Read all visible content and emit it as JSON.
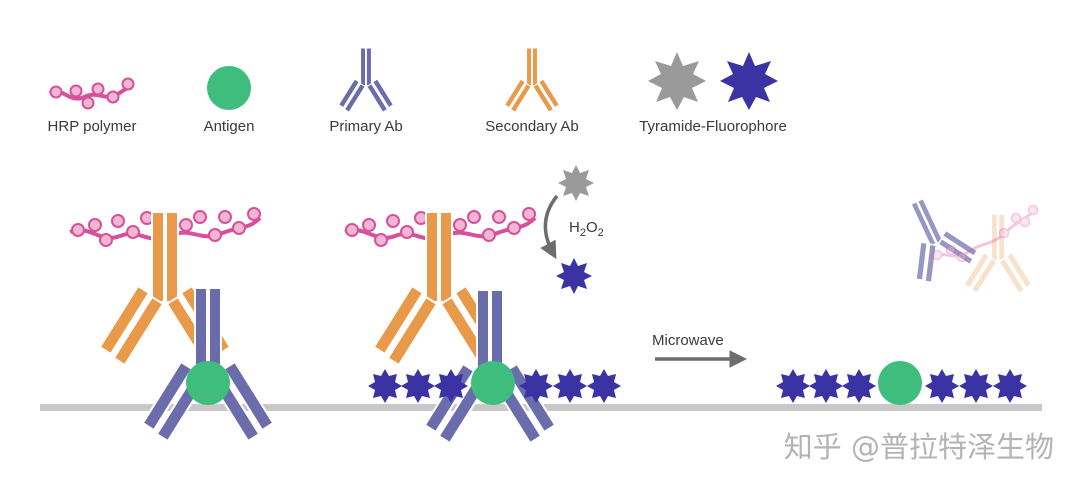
{
  "legend": [
    {
      "label": "HRP polymer",
      "icon": "hrp-polymer-icon"
    },
    {
      "label": "Antigen",
      "icon": "antigen-icon"
    },
    {
      "label": "Primary Ab",
      "icon": "primary-antibody-icon"
    },
    {
      "label": "Secondary Ab",
      "icon": "secondary-antibody-icon"
    },
    {
      "label": "Tyramide-Fluorophore",
      "icon": "tyramide-fluorophore-icon"
    }
  ],
  "reaction": {
    "reagent_main": "H",
    "reagent_sub1": "2",
    "reagent_mid": "O",
    "reagent_sub2": "2"
  },
  "step_arrow_label": "Microwave",
  "watermark": "知乎 @普拉特泽生物",
  "colors": {
    "hrp_polymer": "#d7509b",
    "hrp_bead_fill": "#f1b6d3",
    "antigen": "#3fbd7c",
    "primary_ab": "#6b6cab",
    "secondary_ab": "#e89a4a",
    "fluorophore_inactive": "#9a9a9a",
    "fluorophore_active": "#3b33a3",
    "surface": "#c8c8c8",
    "arrow": "#6d6d6d"
  }
}
